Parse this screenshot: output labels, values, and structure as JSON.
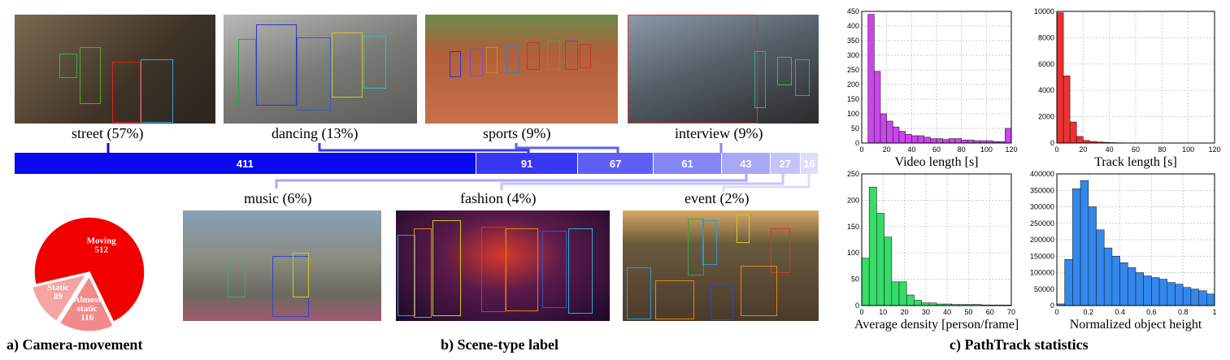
{
  "captions": {
    "a": "a) Camera-movement",
    "b": "b) Scene-type label",
    "c": "c) PathTrack statistics"
  },
  "scenes_top": [
    {
      "label": "street (57%)",
      "bg": "#5a4a3a"
    },
    {
      "label": "dancing (13%)",
      "bg": "#8a8a88"
    },
    {
      "label": "sports (9%)",
      "bg": "#a8563a"
    },
    {
      "label": "interview (9%)",
      "bg": "#5b6670"
    }
  ],
  "scenes_bottom": [
    {
      "label": "music (6%)",
      "bg": "#6f7b6a"
    },
    {
      "label": "fashion (4%)",
      "bg": "#3a1c3a"
    },
    {
      "label": "event (2%)",
      "bg": "#6a5a44"
    }
  ],
  "bar": {
    "segments": [
      {
        "value": "411",
        "count": 411,
        "color": "#0a0af0"
      },
      {
        "value": "91",
        "count": 91,
        "color": "#3838f4"
      },
      {
        "value": "67",
        "count": 67,
        "color": "#5f5ff5"
      },
      {
        "value": "61",
        "count": 61,
        "color": "#8686f6"
      },
      {
        "value": "43",
        "count": 43,
        "color": "#a8a8f8"
      },
      {
        "value": "27",
        "count": 27,
        "color": "#c4c4fa"
      },
      {
        "value": "16",
        "count": 16,
        "color": "#dcdcfc"
      }
    ]
  },
  "pie": {
    "slices": [
      {
        "label": "Moving",
        "value": 512,
        "color": "#f20000"
      },
      {
        "label": "Almost static",
        "value": 116,
        "color": "#f28a8a"
      },
      {
        "label": "Static",
        "value": 89,
        "color": "#f5a3a3"
      }
    ]
  },
  "chart_data": [
    {
      "type": "bar",
      "xlabel": "Video length [s]",
      "x": [
        5,
        10,
        15,
        20,
        25,
        30,
        35,
        40,
        45,
        50,
        55,
        60,
        65,
        70,
        75,
        80,
        85,
        90,
        95,
        100,
        105,
        110,
        115
      ],
      "values": [
        440,
        245,
        100,
        75,
        55,
        40,
        30,
        25,
        25,
        20,
        15,
        15,
        12,
        15,
        15,
        10,
        10,
        8,
        8,
        8,
        5,
        5,
        50
      ],
      "xlim": [
        0,
        120
      ],
      "ylim": [
        0,
        450
      ],
      "xticks": [
        0,
        20,
        40,
        60,
        80,
        100,
        120
      ],
      "yticks": [
        0,
        50,
        100,
        150,
        200,
        250,
        300,
        350,
        400,
        450
      ],
      "color": "#cc44ee"
    },
    {
      "type": "bar",
      "xlabel": "Track length [s]",
      "x": [
        0,
        5,
        10,
        15,
        20,
        25,
        30,
        35,
        40,
        45,
        50,
        55,
        60,
        65,
        70,
        75,
        80,
        85,
        90,
        95,
        100,
        105,
        110,
        115
      ],
      "values": [
        9900,
        5100,
        1600,
        500,
        200,
        120,
        80,
        50,
        30,
        20,
        15,
        10,
        8,
        6,
        5,
        4,
        3,
        2,
        2,
        1,
        1,
        1,
        1,
        1
      ],
      "xlim": [
        0,
        120
      ],
      "ylim": [
        0,
        10000
      ],
      "xticks": [
        0,
        20,
        40,
        60,
        80,
        100,
        120
      ],
      "yticks": [
        0,
        2000,
        4000,
        6000,
        8000,
        10000
      ],
      "color": "#ee3030"
    },
    {
      "type": "bar",
      "xlabel": "Average density [person/frame]",
      "x": [
        0,
        3.5,
        7,
        10.5,
        14,
        17.5,
        21,
        24.5,
        28,
        31.5,
        35,
        38.5,
        42,
        45.5,
        49,
        52.5,
        56,
        59.5,
        63,
        66.5
      ],
      "values": [
        90,
        225,
        175,
        130,
        45,
        45,
        20,
        10,
        5,
        5,
        3,
        3,
        2,
        2,
        2,
        2,
        1,
        1,
        1,
        1
      ],
      "xlim": [
        0,
        70
      ],
      "ylim": [
        0,
        250
      ],
      "xticks": [
        0,
        10,
        20,
        30,
        40,
        50,
        60,
        70
      ],
      "yticks": [
        0,
        50,
        100,
        150,
        200,
        250
      ],
      "color": "#33dd66"
    },
    {
      "type": "bar",
      "xlabel": "Normalized object height",
      "x": [
        0,
        0.05,
        0.1,
        0.15,
        0.2,
        0.25,
        0.3,
        0.35,
        0.4,
        0.45,
        0.5,
        0.55,
        0.6,
        0.65,
        0.7,
        0.75,
        0.8,
        0.85,
        0.9,
        0.95
      ],
      "values": [
        5000,
        140000,
        355000,
        380000,
        300000,
        230000,
        175000,
        150000,
        130000,
        115000,
        100000,
        90000,
        85000,
        80000,
        70000,
        65000,
        55000,
        50000,
        45000,
        35000
      ],
      "xlim": [
        0,
        1
      ],
      "ylim": [
        0,
        400000
      ],
      "xticks": [
        0,
        0.2,
        0.4,
        0.6,
        0.8,
        1
      ],
      "yticks": [
        0,
        50000,
        100000,
        150000,
        200000,
        250000,
        300000,
        350000,
        400000
      ],
      "color": "#3388ee"
    }
  ]
}
